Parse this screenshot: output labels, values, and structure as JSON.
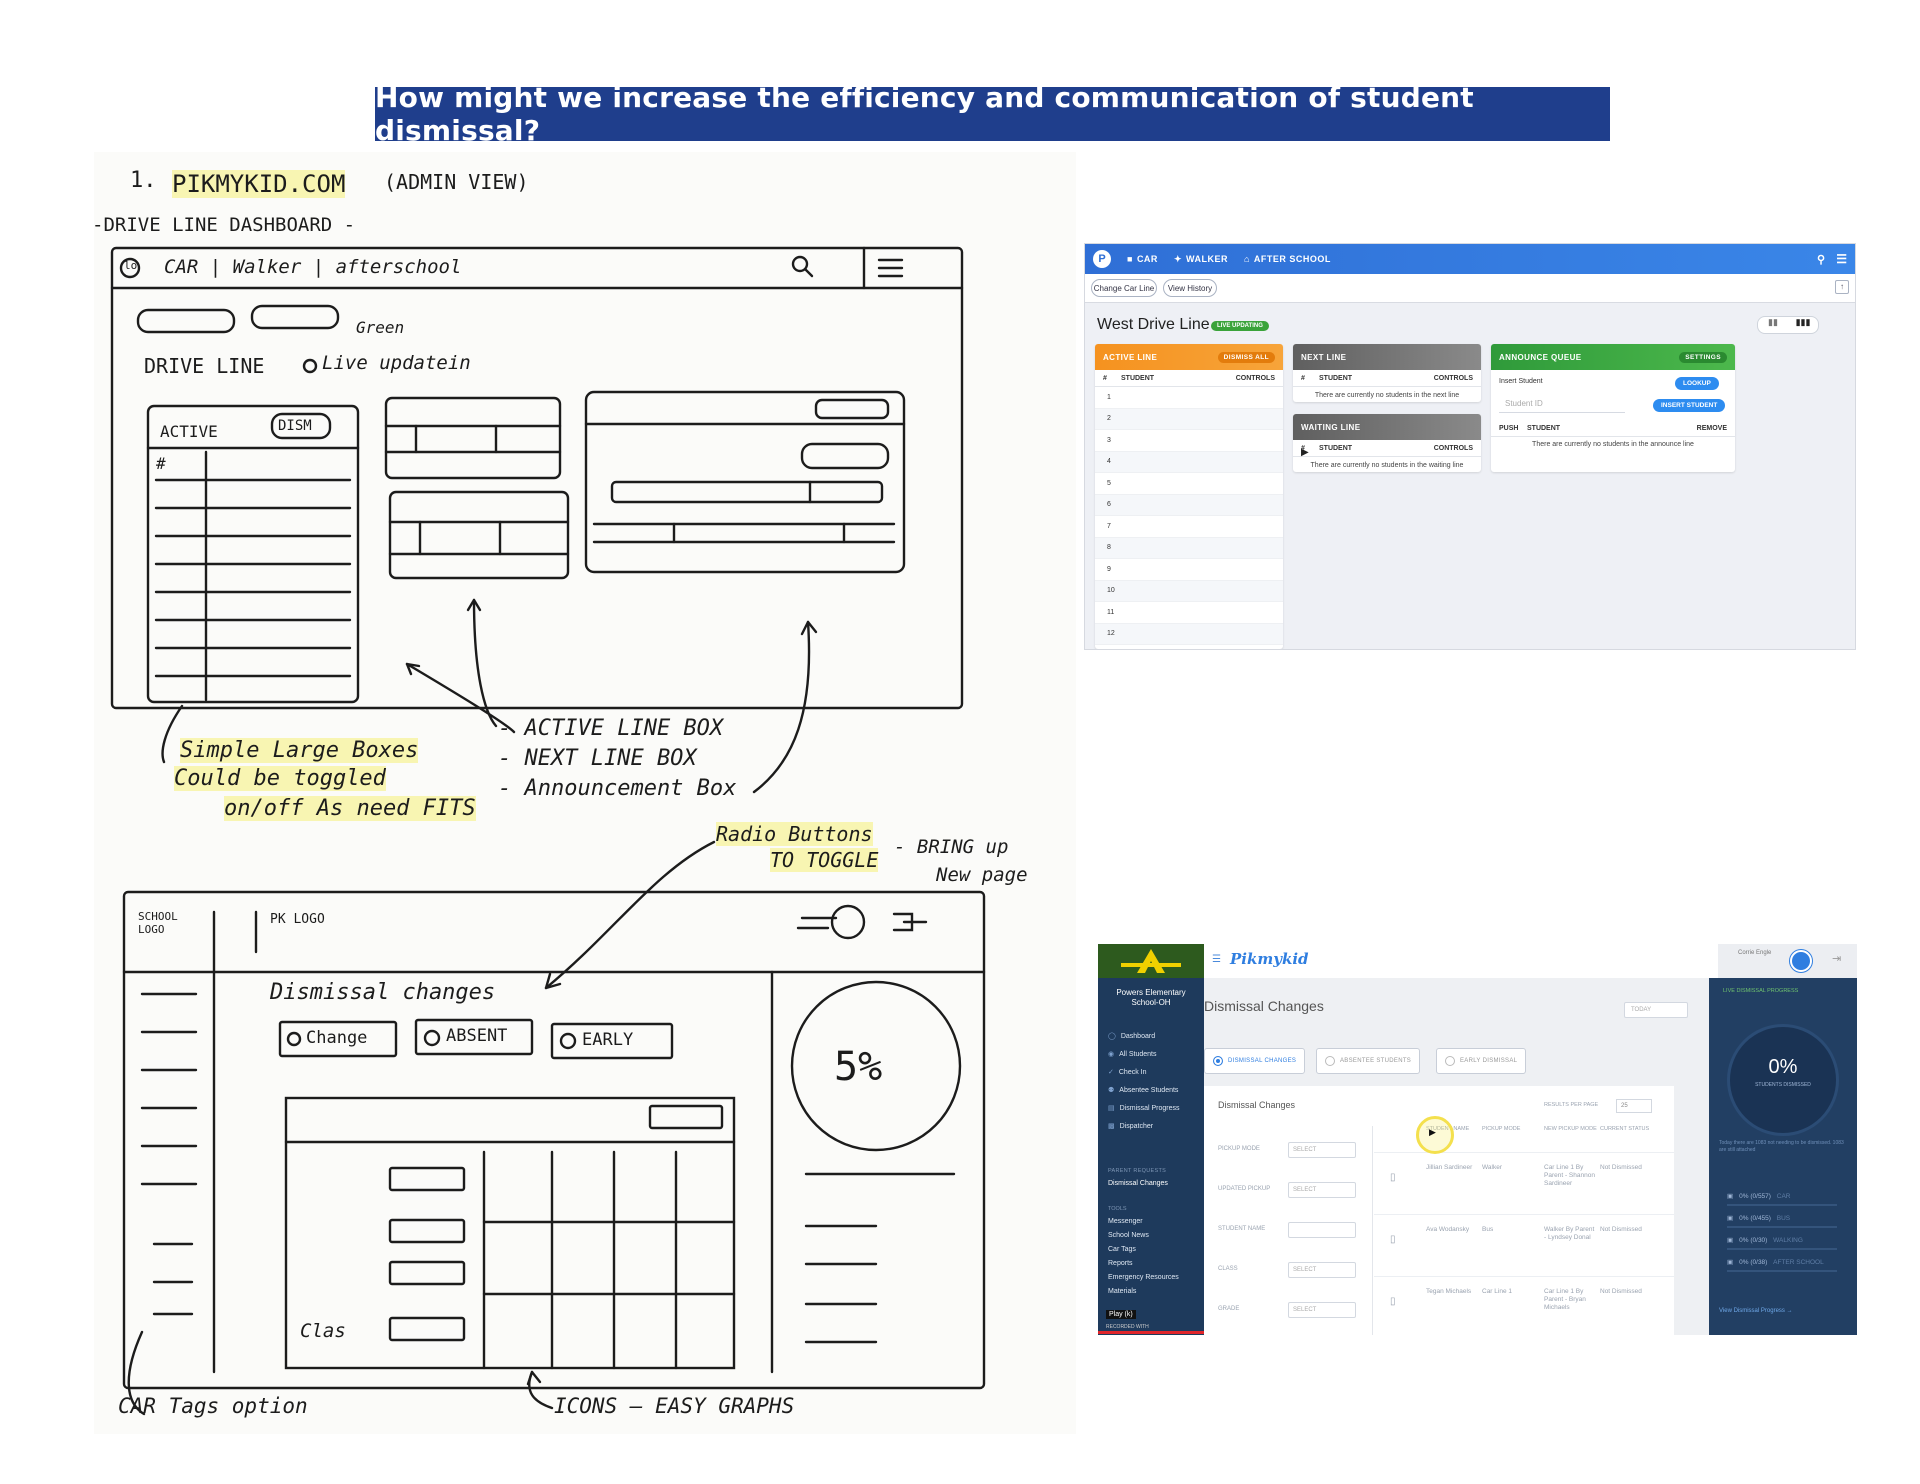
{
  "banner": {
    "title": "How might we increase the efficiency and communication of student dismissal?"
  },
  "sketch1": {
    "number": "1.",
    "site": "PIKMYKID.COM",
    "view": "(ADMIN VIEW)",
    "subtitle": "-DRIVE LINE DASHBOARD -",
    "nav_text": "CAR | Walker | afterschool",
    "logo_text": "lo",
    "drive_line": "DRIVE LINE",
    "green_note": "Green",
    "live_update": "Live updatein",
    "active_label": "ACTIVE",
    "dismiss_label": "DISM",
    "hash": "#",
    "note1": "Simple Large Boxes",
    "note2": "Could be toggled",
    "note3": "on/off As need FITS",
    "list1": "- ACTIVE LINE BOX",
    "list2": "- NEXT LINE BOX",
    "list3": "- Announcement Box"
  },
  "sketch2": {
    "radio_note1": "Radio Buttons",
    "radio_note2": "TO TOGGLE",
    "bring_note1": "- BRING up",
    "bring_note2": "New page",
    "school_logo": "SCHOOL LOGO",
    "pk_logo": "PK LOGO",
    "title": "Dismissal changes",
    "radio1": "Change",
    "radio2": "ABSENT",
    "radio3": "EARLY",
    "percent": "5%",
    "clas": "Clas",
    "car_tags": "CAR Tags option",
    "icons_note": "ICONS — EASY GRAPHS"
  },
  "shot1": {
    "nav": {
      "car": "CAR",
      "walker": "WALKER",
      "after_school": "AFTER SCHOOL"
    },
    "buttons": {
      "change": "Change Car Line",
      "history": "View History"
    },
    "title": "West Drive Line",
    "badge": "LIVE UPDATING",
    "active": {
      "header": "ACTIVE LINE",
      "dismiss": "DISMISS ALL",
      "cols": [
        "#",
        "STUDENT",
        "CONTROLS"
      ],
      "rows": [
        "1",
        "2",
        "3",
        "4",
        "5",
        "6",
        "7",
        "8",
        "9",
        "10",
        "11",
        "12"
      ]
    },
    "next": {
      "header": "NEXT LINE",
      "cols": [
        "#",
        "STUDENT",
        "CONTROLS"
      ],
      "empty": "There are currently no students in the next line"
    },
    "waiting": {
      "header": "WAITING LINE",
      "cols": [
        "#",
        "STUDENT",
        "CONTROLS"
      ],
      "empty": "There are currently no students in the waiting line"
    },
    "announce": {
      "header": "ANNOUNCE QUEUE",
      "settings": "SETTINGS",
      "insert_label": "Insert Student",
      "lookup": "LOOKUP",
      "placeholder": "Student ID",
      "insert_btn": "INSERT STUDENT",
      "cols": [
        "PUSH",
        "STUDENT",
        "REMOVE"
      ],
      "empty": "There are currently no students in the announce line"
    }
  },
  "shot2": {
    "brand": "Pikmykid",
    "user": "Corrie Engle",
    "school": "Powers Elementary School-OH",
    "nav": [
      "Dashboard",
      "All Students",
      "Check In",
      "Absentee Students",
      "Dismissal Progress",
      "Dispatcher"
    ],
    "parent_requests_label": "PARENT REQUESTS",
    "parent_requests": [
      "Dismissal Changes"
    ],
    "tools_label": "TOOLS",
    "tools": [
      "Messenger",
      "School News",
      "Car Tags",
      "Reports",
      "Emergency Resources",
      "Materials"
    ],
    "play": "Play (k)",
    "recorded": "RECORDED WITH",
    "page_title": "Dismissal Changes",
    "date_select": "TODAY",
    "radios": [
      "DISMISSAL CHANGES",
      "ABSENTEE STUDENTS",
      "EARLY DISMISSAL"
    ],
    "card_title": "Dismissal Changes",
    "results_label": "RESULTS PER PAGE",
    "results_value": "25",
    "filters": [
      {
        "label": "PICKUP MODE",
        "value": "SELECT"
      },
      {
        "label": "UPDATED PICKUP",
        "value": "SELECT"
      },
      {
        "label": "STUDENT NAME",
        "value": ""
      },
      {
        "label": "CLASS",
        "value": "SELECT"
      },
      {
        "label": "GRADE",
        "value": "SELECT"
      }
    ],
    "cols": [
      "STUDENT NAME",
      "PICKUP MODE",
      "NEW PICKUP MODE",
      "CURRENT STATUS"
    ],
    "rows": [
      {
        "name": "Jillian Sardineer",
        "mode": "Walker",
        "new": "Car Line 1 By Parent - Shannon Sardineer",
        "status": "Not Dismissed"
      },
      {
        "name": "Ava Wodansky",
        "mode": "Bus",
        "new": "Walker By Parent - Lyndsey Donal",
        "status": "Not Dismissed"
      },
      {
        "name": "Tegan Michaels",
        "mode": "Car Line 1",
        "new": "Car Line 1 By Parent - Bryan Michaels",
        "status": "Not Dismissed"
      }
    ],
    "progress_label": "LIVE DISMISSAL PROGRESS",
    "progress_value": "0%",
    "progress_sub": "STUDENTS DISMISSED",
    "progress_note": "Today there are 1083 not needing to be dismissed. 1083 are still attached",
    "modes": [
      {
        "count": "0% (0/557)",
        "name": "CAR"
      },
      {
        "count": "0% (0/455)",
        "name": "BUS"
      },
      {
        "count": "0% (0/30)",
        "name": "WALKING"
      },
      {
        "count": "0% (0/38)",
        "name": "AFTER SCHOOL"
      }
    ],
    "view_link": "View Dismissal Progress →"
  },
  "colors": {
    "banner": "#1f3e8c",
    "active_orange": "#f5921f",
    "next_gray": "#707070",
    "announce_green": "#3aa33a",
    "blue_nav": "#2f6fd6",
    "sidebar": "#1e3a5c"
  }
}
